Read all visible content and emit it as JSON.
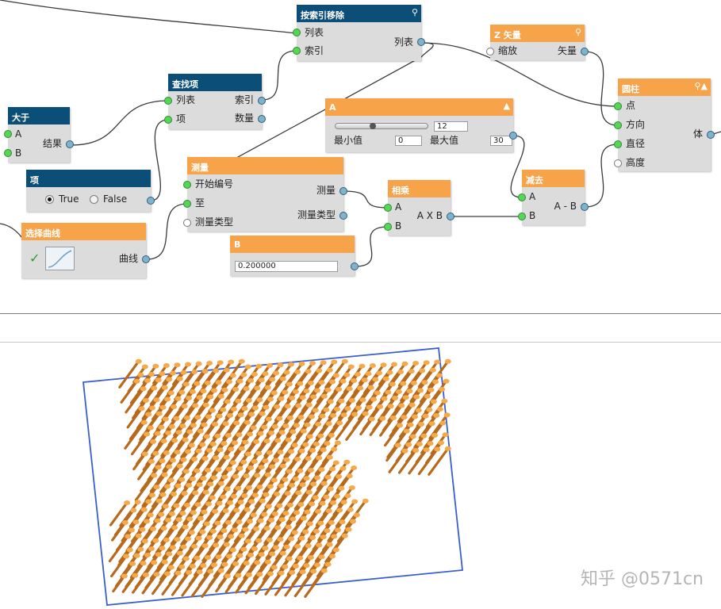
{
  "nodes": {
    "remove_by_index": {
      "title": "按索引移除",
      "in_list": "列表",
      "in_index": "索引",
      "out_list": "列表"
    },
    "z_vector": {
      "title": "Z 矢量",
      "in_scale": "缩放",
      "out_vector": "矢量"
    },
    "cylinder": {
      "title": "圆柱",
      "in_point": "点",
      "in_direction": "方向",
      "in_radius": "直径",
      "in_height": "高度",
      "out_solid": "体"
    },
    "find_item": {
      "title": "查找项",
      "in_list": "列表",
      "in_item": "项",
      "out_index": "索引",
      "out_count": "数量"
    },
    "greater_than": {
      "title": "大于",
      "in_a": "A",
      "in_b": "B",
      "out_result": "结果"
    },
    "slider_a": {
      "title": "A",
      "value": "12",
      "min_label": "最小值",
      "min_value": "0",
      "max_label": "最大值",
      "max_value": "30"
    },
    "boolean_item": {
      "title": "项",
      "true_label": "True",
      "false_label": "False"
    },
    "measure": {
      "title": "测量",
      "in_start": "开始编号",
      "in_to": "至",
      "in_type": "测量类型",
      "out_measure": "测量",
      "out_type": "测量类型"
    },
    "multiply": {
      "title": "相乘",
      "in_a": "A",
      "in_b": "B",
      "out": "A X B"
    },
    "subtract": {
      "title": "减去",
      "in_a": "A",
      "in_b": "B",
      "out": "A - B"
    },
    "select_curve": {
      "title": "选择曲线",
      "out_curve": "曲线"
    },
    "number_b": {
      "title": "B",
      "value": "0.200000"
    }
  },
  "watermark": "知乎 @0571cn",
  "colors": {
    "blue_header": "#0b4f78",
    "orange_header": "#f7a34a",
    "node_body": "#dcdcdc",
    "wire": "#3a3a3a",
    "model": "#f29a38",
    "frame": "#3a5fcd"
  }
}
